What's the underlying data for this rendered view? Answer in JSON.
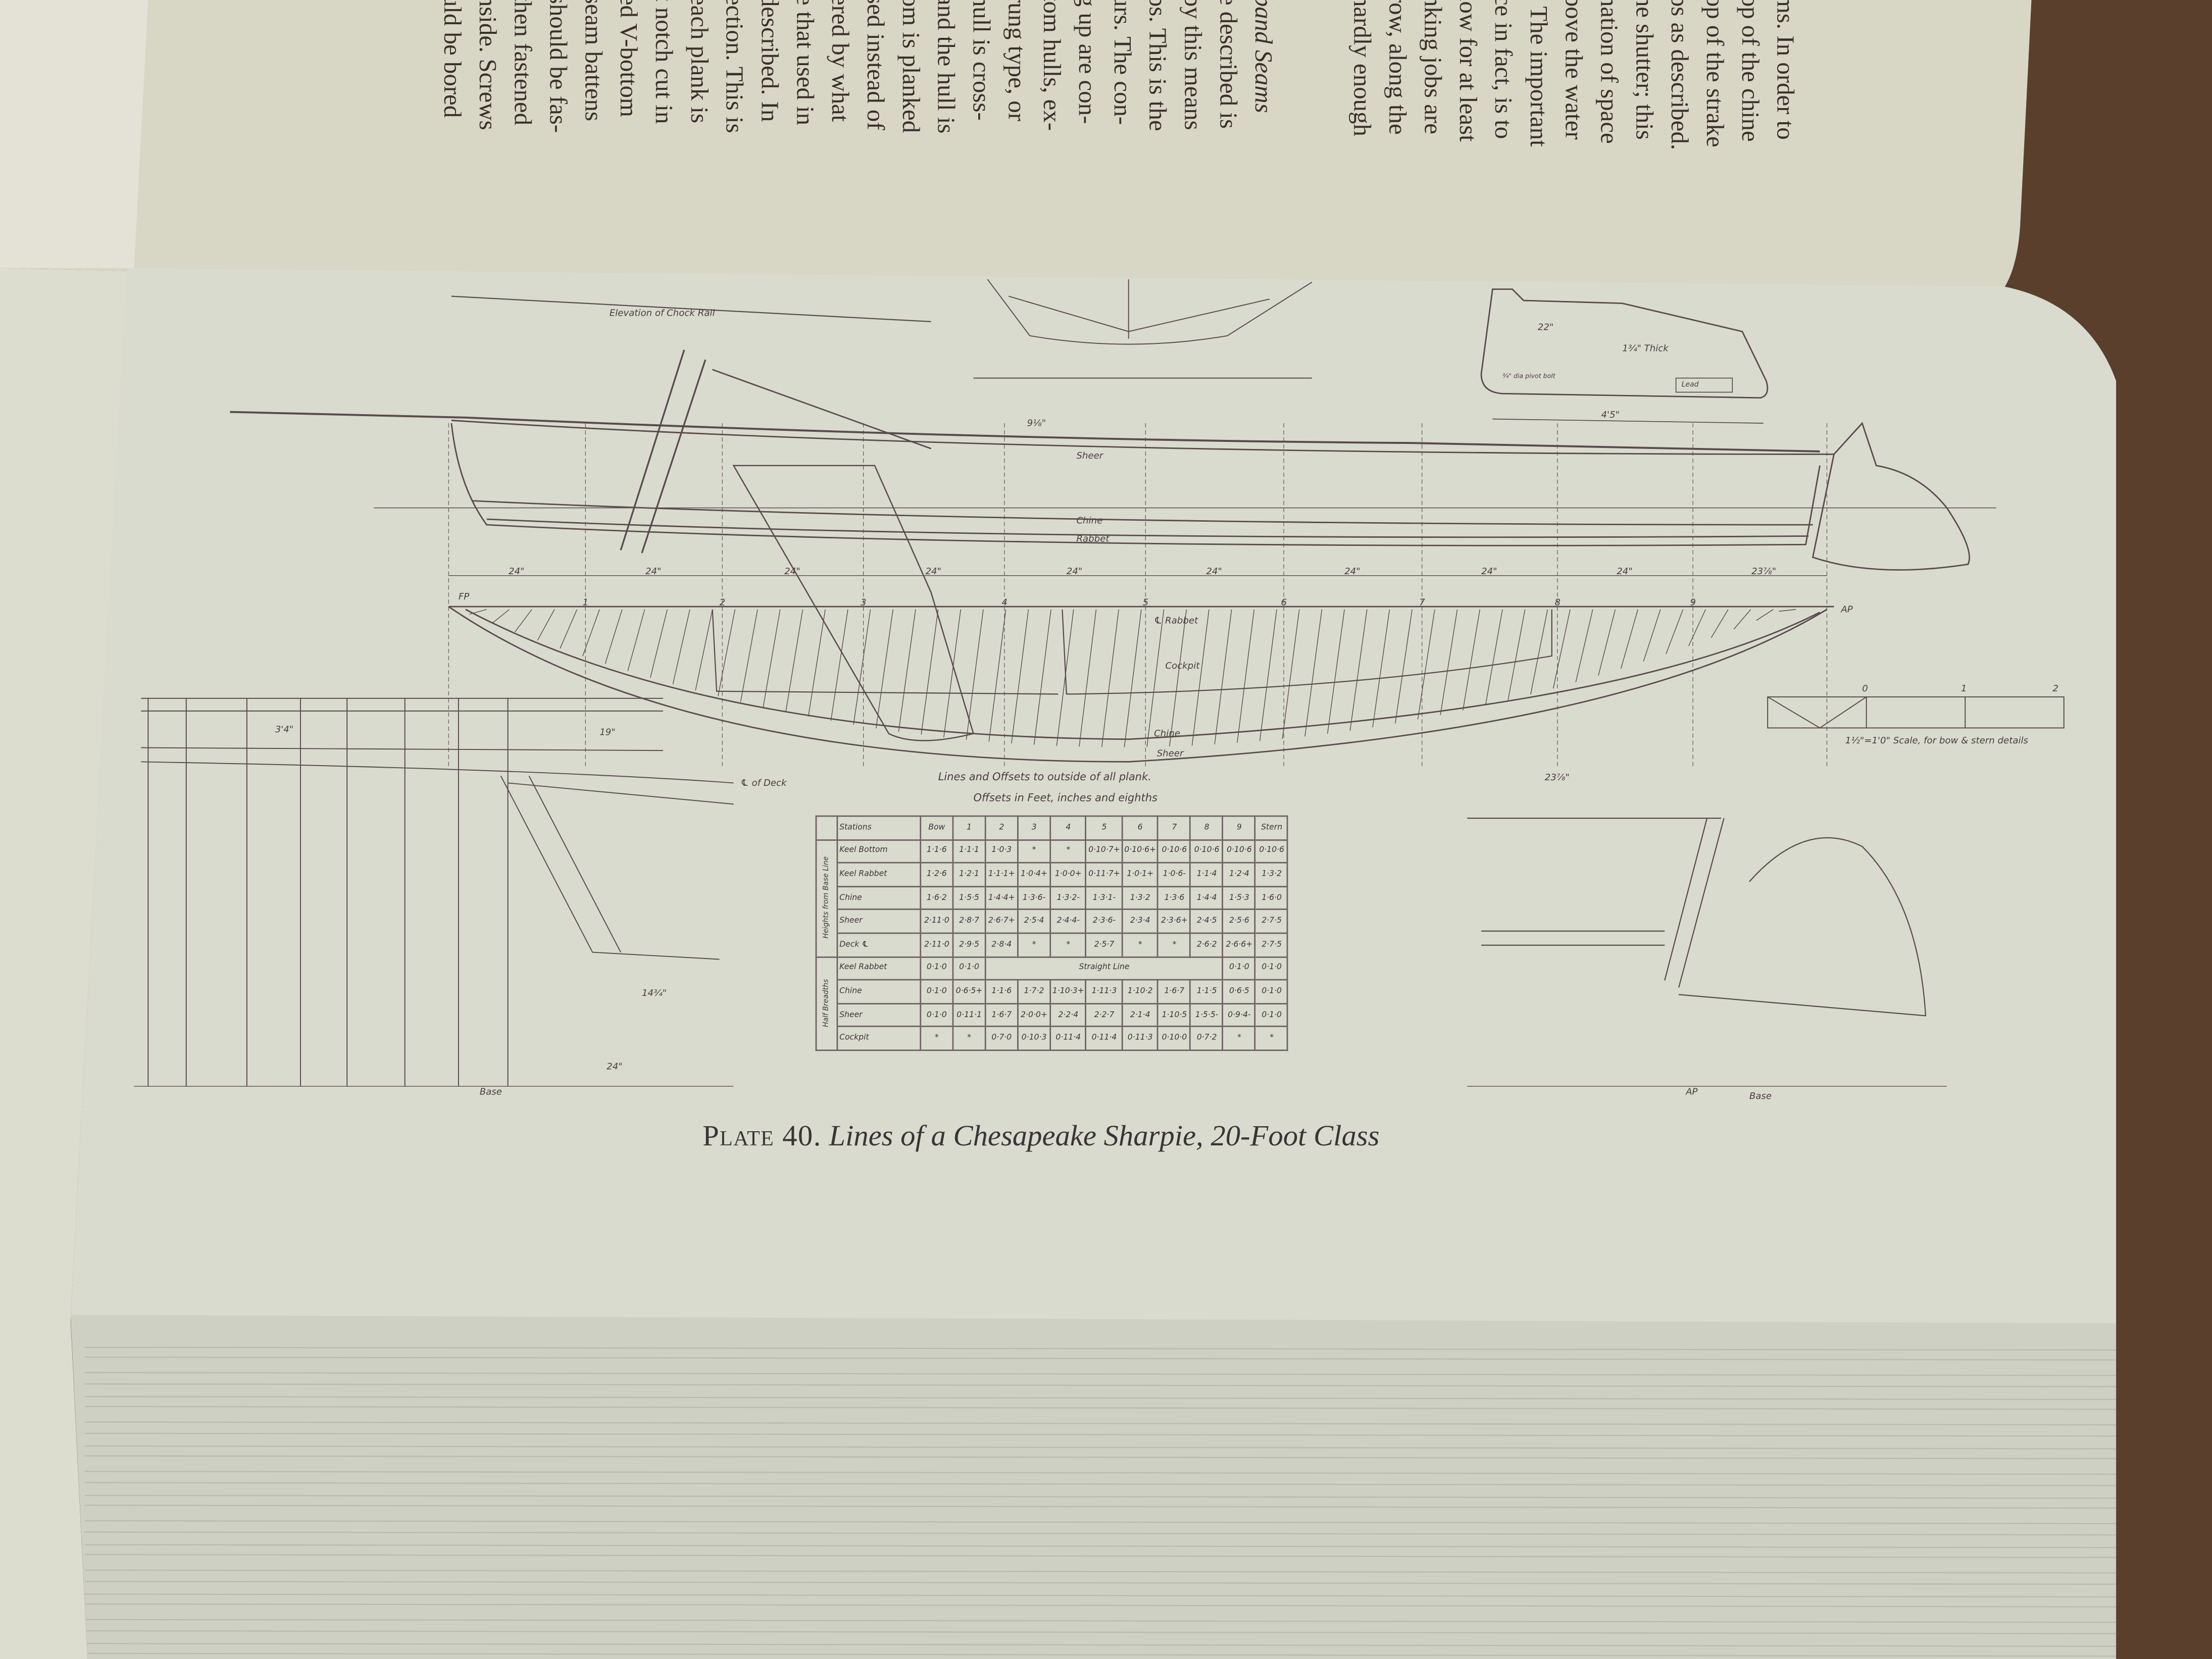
{
  "facing_page": {
    "right_column_lines": [
      "ms. In order to",
      "op of the chine",
      "op of the strake",
      "ps as described.",
      "he shutter; this",
      "nation of space",
      "bove the water",
      ". The important",
      "ce in fact, is to",
      "low for at least",
      "nking jobs are",
      "row, along the",
      "hardly enough"
    ],
    "left_heading": "band Seams",
    "left_column_lines": [
      "e described is",
      "by this means",
      "ps. This is the",
      "urs. The con-",
      "g up are con-",
      "tom hulls, ex-",
      "rung type, or",
      "hull is cross-",
      "and the hull is",
      "om is planked",
      "sed instead of",
      "ered by what",
      "e that used in",
      "described. In",
      "ection. This is",
      "each plank is",
      "t notch cut in",
      "ed V-bottom",
      "seam battens",
      "should be fas-",
      "then fastened",
      "nside. Screws",
      "uld be bored"
    ]
  },
  "plate": {
    "caption_prefix": "Plate 40.",
    "caption_title": "Lines of a Chesapeake Sharpie, 20-Foot Class",
    "labels": {
      "chock_rail": "Elevation of Chock Rail",
      "sheer": "Sheer",
      "chine": "Chine",
      "rabbet": "Rabbet",
      "cl_rabbet": "℄ Rabbet",
      "cockpit": "Cockpit",
      "plan_chine": "Chine",
      "plan_sheer": "Sheer",
      "fp": "FP",
      "ap": "AP",
      "cl_deck": "℄ of Deck",
      "base": "Base",
      "base2": "Base",
      "ap2": "AP",
      "dim_19": "19\"",
      "dim_3_4": "3'4\"",
      "dim_14": "14¾\"",
      "dim_24_body": "24\"",
      "dim_23_bow": "23⅞\"",
      "dim_9": "9⅛\"",
      "board_thick": "1¾\" Thick",
      "pivot_bolt": "¾\" dia pivot bolt",
      "lead": "Lead",
      "board_length": "4'5\"",
      "board_22": "22\"",
      "scale_note": "1½\"=1'0\" Scale, for bow & stern details",
      "scale_ticks": [
        "0",
        "1",
        "2"
      ]
    },
    "station_spacings": [
      "24\"",
      "24\"",
      "24\"",
      "24\"",
      "24\"",
      "24\"",
      "24\"",
      "24\"",
      "24\"",
      "23⅞\""
    ],
    "station_numbers": [
      "1",
      "2",
      "3",
      "4",
      "5",
      "6",
      "7",
      "8",
      "9"
    ],
    "table": {
      "title": "Lines and Offsets to outside of all plank.",
      "subtitle": "Offsets in Feet, inches and eighths",
      "header": [
        "Stations",
        "Bow",
        "1",
        "2",
        "3",
        "4",
        "5",
        "6",
        "7",
        "8",
        "9",
        "Stern"
      ],
      "groups": [
        {
          "label": "Heights from Base Line",
          "rows": [
            {
              "name": "Keel Bottom",
              "cells": [
                "1·1·6",
                "1·1·1",
                "1·0·3",
                "*",
                "*",
                "0·10·7+",
                "0·10·6+",
                "0·10·6",
                "0·10·6",
                "0·10·6",
                "0·10·6"
              ]
            },
            {
              "name": "Keel Rabbet",
              "cells": [
                "1·2·6",
                "1·2·1",
                "1·1·1+",
                "1·0·4+",
                "1·0·0+",
                "0·11·7+",
                "1·0·1+",
                "1·0·6-",
                "1·1·4",
                "1·2·4",
                "1·3·2"
              ]
            },
            {
              "name": "Chine",
              "cells": [
                "1·6·2",
                "1·5·5",
                "1·4·4+",
                "1·3·6-",
                "1·3·2-",
                "1·3·1-",
                "1·3·2",
                "1·3·6",
                "1·4·4",
                "1·5·3",
                "1·6·0"
              ]
            },
            {
              "name": "Sheer",
              "cells": [
                "2·11·0",
                "2·8·7",
                "2·6·7+",
                "2·5·4",
                "2·4·4-",
                "2·3·6-",
                "2·3·4",
                "2·3·6+",
                "2·4·5",
                "2·5·6",
                "2·7·5"
              ]
            },
            {
              "name": "Deck ℄",
              "cells": [
                "2·11·0",
                "2·9·5",
                "2·8·4",
                "*",
                "*",
                "2·5·7",
                "*",
                "*",
                "2·6·2",
                "2·6·6+",
                "2·7·5"
              ]
            }
          ]
        },
        {
          "label": "Half Breadths",
          "rows": [
            {
              "name": "Keel Rabbet",
              "cells": [
                "0·1·0",
                "0·1·0",
                "",
                "",
                "Straight Line",
                "",
                "",
                "",
                "",
                "0·1·0",
                "0·1·0"
              ]
            },
            {
              "name": "Chine",
              "cells": [
                "0·1·0",
                "0·6·5+",
                "1·1·6",
                "1·7·2",
                "1·10·3+",
                "1·11·3",
                "1·10·2",
                "1·6·7",
                "1·1·5",
                "0·6·5",
                "0·1·0"
              ]
            },
            {
              "name": "Sheer",
              "cells": [
                "0·1·0",
                "0·11·1",
                "1·6·7",
                "2·0·0+",
                "2·2·4",
                "2·2·7",
                "2·1·4",
                "1·10·5",
                "1·5·5-",
                "0·9·4-",
                "0·1·0"
              ]
            },
            {
              "name": "Cockpit",
              "cells": [
                "*",
                "*",
                "0·7·0",
                "0·10·3",
                "0·11·4",
                "0·11·4",
                "0·11·3",
                "0·10·0",
                "0·7·2",
                "*",
                "*"
              ]
            }
          ]
        }
      ]
    }
  },
  "colors": {
    "plate_paper": "#d9dbcf",
    "facing_paper": "#d8d6c4",
    "ink": "#4a3d40",
    "edge_wood": "#5a3f2c",
    "page_stack": "#cfd0c4"
  }
}
